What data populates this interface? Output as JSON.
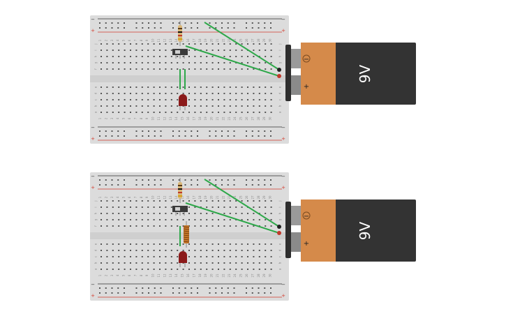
{
  "colors": {
    "breadboard": "#dcdcdc",
    "rail_red": "#d33a2c",
    "rail_black": "#333333",
    "wire_green": "#2ea84a",
    "led_red": "#8b1a1a",
    "battery_body": "#333333",
    "battery_wrap": "#d58a4a",
    "resistor_body": "#d9b778",
    "inductor": "#c87a2a"
  },
  "icons": {
    "resistor": "resistor-icon",
    "switch": "slide-switch-icon",
    "led": "led-icon",
    "inductor": "inductor-coil-icon",
    "battery": "battery-9v-icon"
  },
  "breadboard": {
    "column_numbers": [
      "1",
      "2",
      "3",
      "4",
      "5",
      "6",
      "7",
      "8",
      "9",
      "10",
      "11",
      "12",
      "13",
      "14",
      "15",
      "16",
      "17",
      "18",
      "19",
      "20",
      "21",
      "22",
      "23",
      "24",
      "25",
      "26",
      "27",
      "28",
      "29",
      "30"
    ],
    "rows_top": [
      "j",
      "i",
      "h",
      "g",
      "f"
    ],
    "rows_bottom": [
      "e",
      "d",
      "c",
      "b",
      "a"
    ],
    "rail_minus": "−",
    "rail_plus": "+"
  },
  "circuits": [
    {
      "battery": {
        "label": "9V",
        "minus": "−",
        "plus": "+"
      },
      "has_inductor": false
    },
    {
      "battery": {
        "label": "9V",
        "minus": "−",
        "plus": "+"
      },
      "has_inductor": true
    }
  ]
}
